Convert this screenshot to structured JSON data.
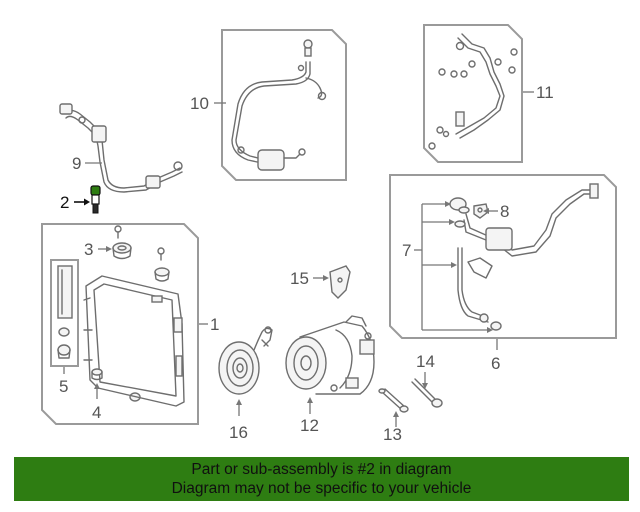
{
  "callouts": {
    "c1": "1",
    "c2": "2",
    "c3": "3",
    "c4": "4",
    "c5": "5",
    "c6": "6",
    "c7": "7",
    "c8": "8",
    "c9": "9",
    "c10": "10",
    "c11": "11",
    "c12": "12",
    "c13": "13",
    "c14": "14",
    "c15": "15",
    "c16": "16"
  },
  "banner": {
    "line1": "Part or sub-assembly is #2 in diagram",
    "line2": "Diagram may not be specific to your vehicle",
    "color": "#2e7d12"
  }
}
